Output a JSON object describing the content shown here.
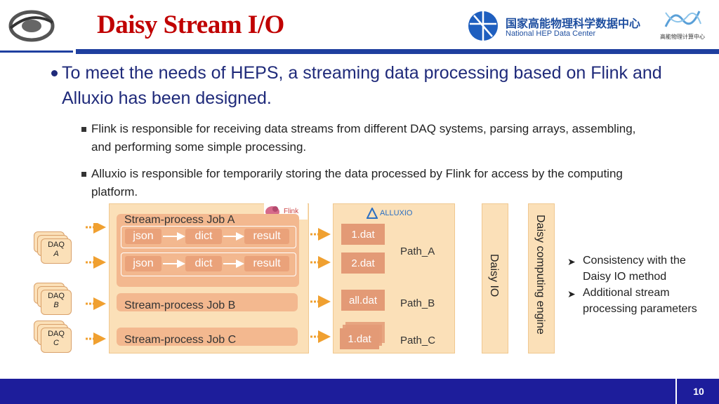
{
  "header": {
    "title": "Daisy Stream I/O",
    "center_name_cn": "国家高能物理科学数据中心",
    "center_name_en": "National HEP Data Center",
    "right_logo_text": "高能物理计算中心"
  },
  "bullets": {
    "main": "To meet the needs of HEPS, a streaming data processing based on Flink and Alluxio has been designed.",
    "sub1": "Flink is responsible for receiving data streams from different DAQ systems, parsing arrays, assembling, and performing some simple processing.",
    "sub2": "Alluxio is responsible for temporarily storing the data processed by Flink for access by the computing platform."
  },
  "diagram": {
    "daq": [
      {
        "line1": "DAQ",
        "line2": "A"
      },
      {
        "line1": "DAQ",
        "line2": "B"
      },
      {
        "line1": "DAQ",
        "line2": "C"
      }
    ],
    "flink_label": "Flink",
    "job_a": "Stream-process Job A",
    "job_b": "Stream-process Job B",
    "job_c": "Stream-process Job C",
    "chips": [
      "json",
      "dict",
      "result"
    ],
    "alluxio_label": "ALLUXIO",
    "files": [
      "1.dat",
      "2.dat",
      "all.dat",
      "1.dat"
    ],
    "paths": [
      "Path_A",
      "Path_B",
      "Path_C"
    ],
    "daisy_io": "Daisy IO",
    "engine": "Daisy computing engine"
  },
  "notes": {
    "note1": "Consistency with the Daisy IO method",
    "note2": "Additional stream processing parameters"
  },
  "footer": {
    "page_number": "10"
  },
  "colors": {
    "title": "#c00000",
    "bar": "#1f3f9f",
    "footer": "#1d1d9b",
    "panel": "#fbe0b8",
    "job": "#f3b88f",
    "chip": "#eaa27a"
  }
}
